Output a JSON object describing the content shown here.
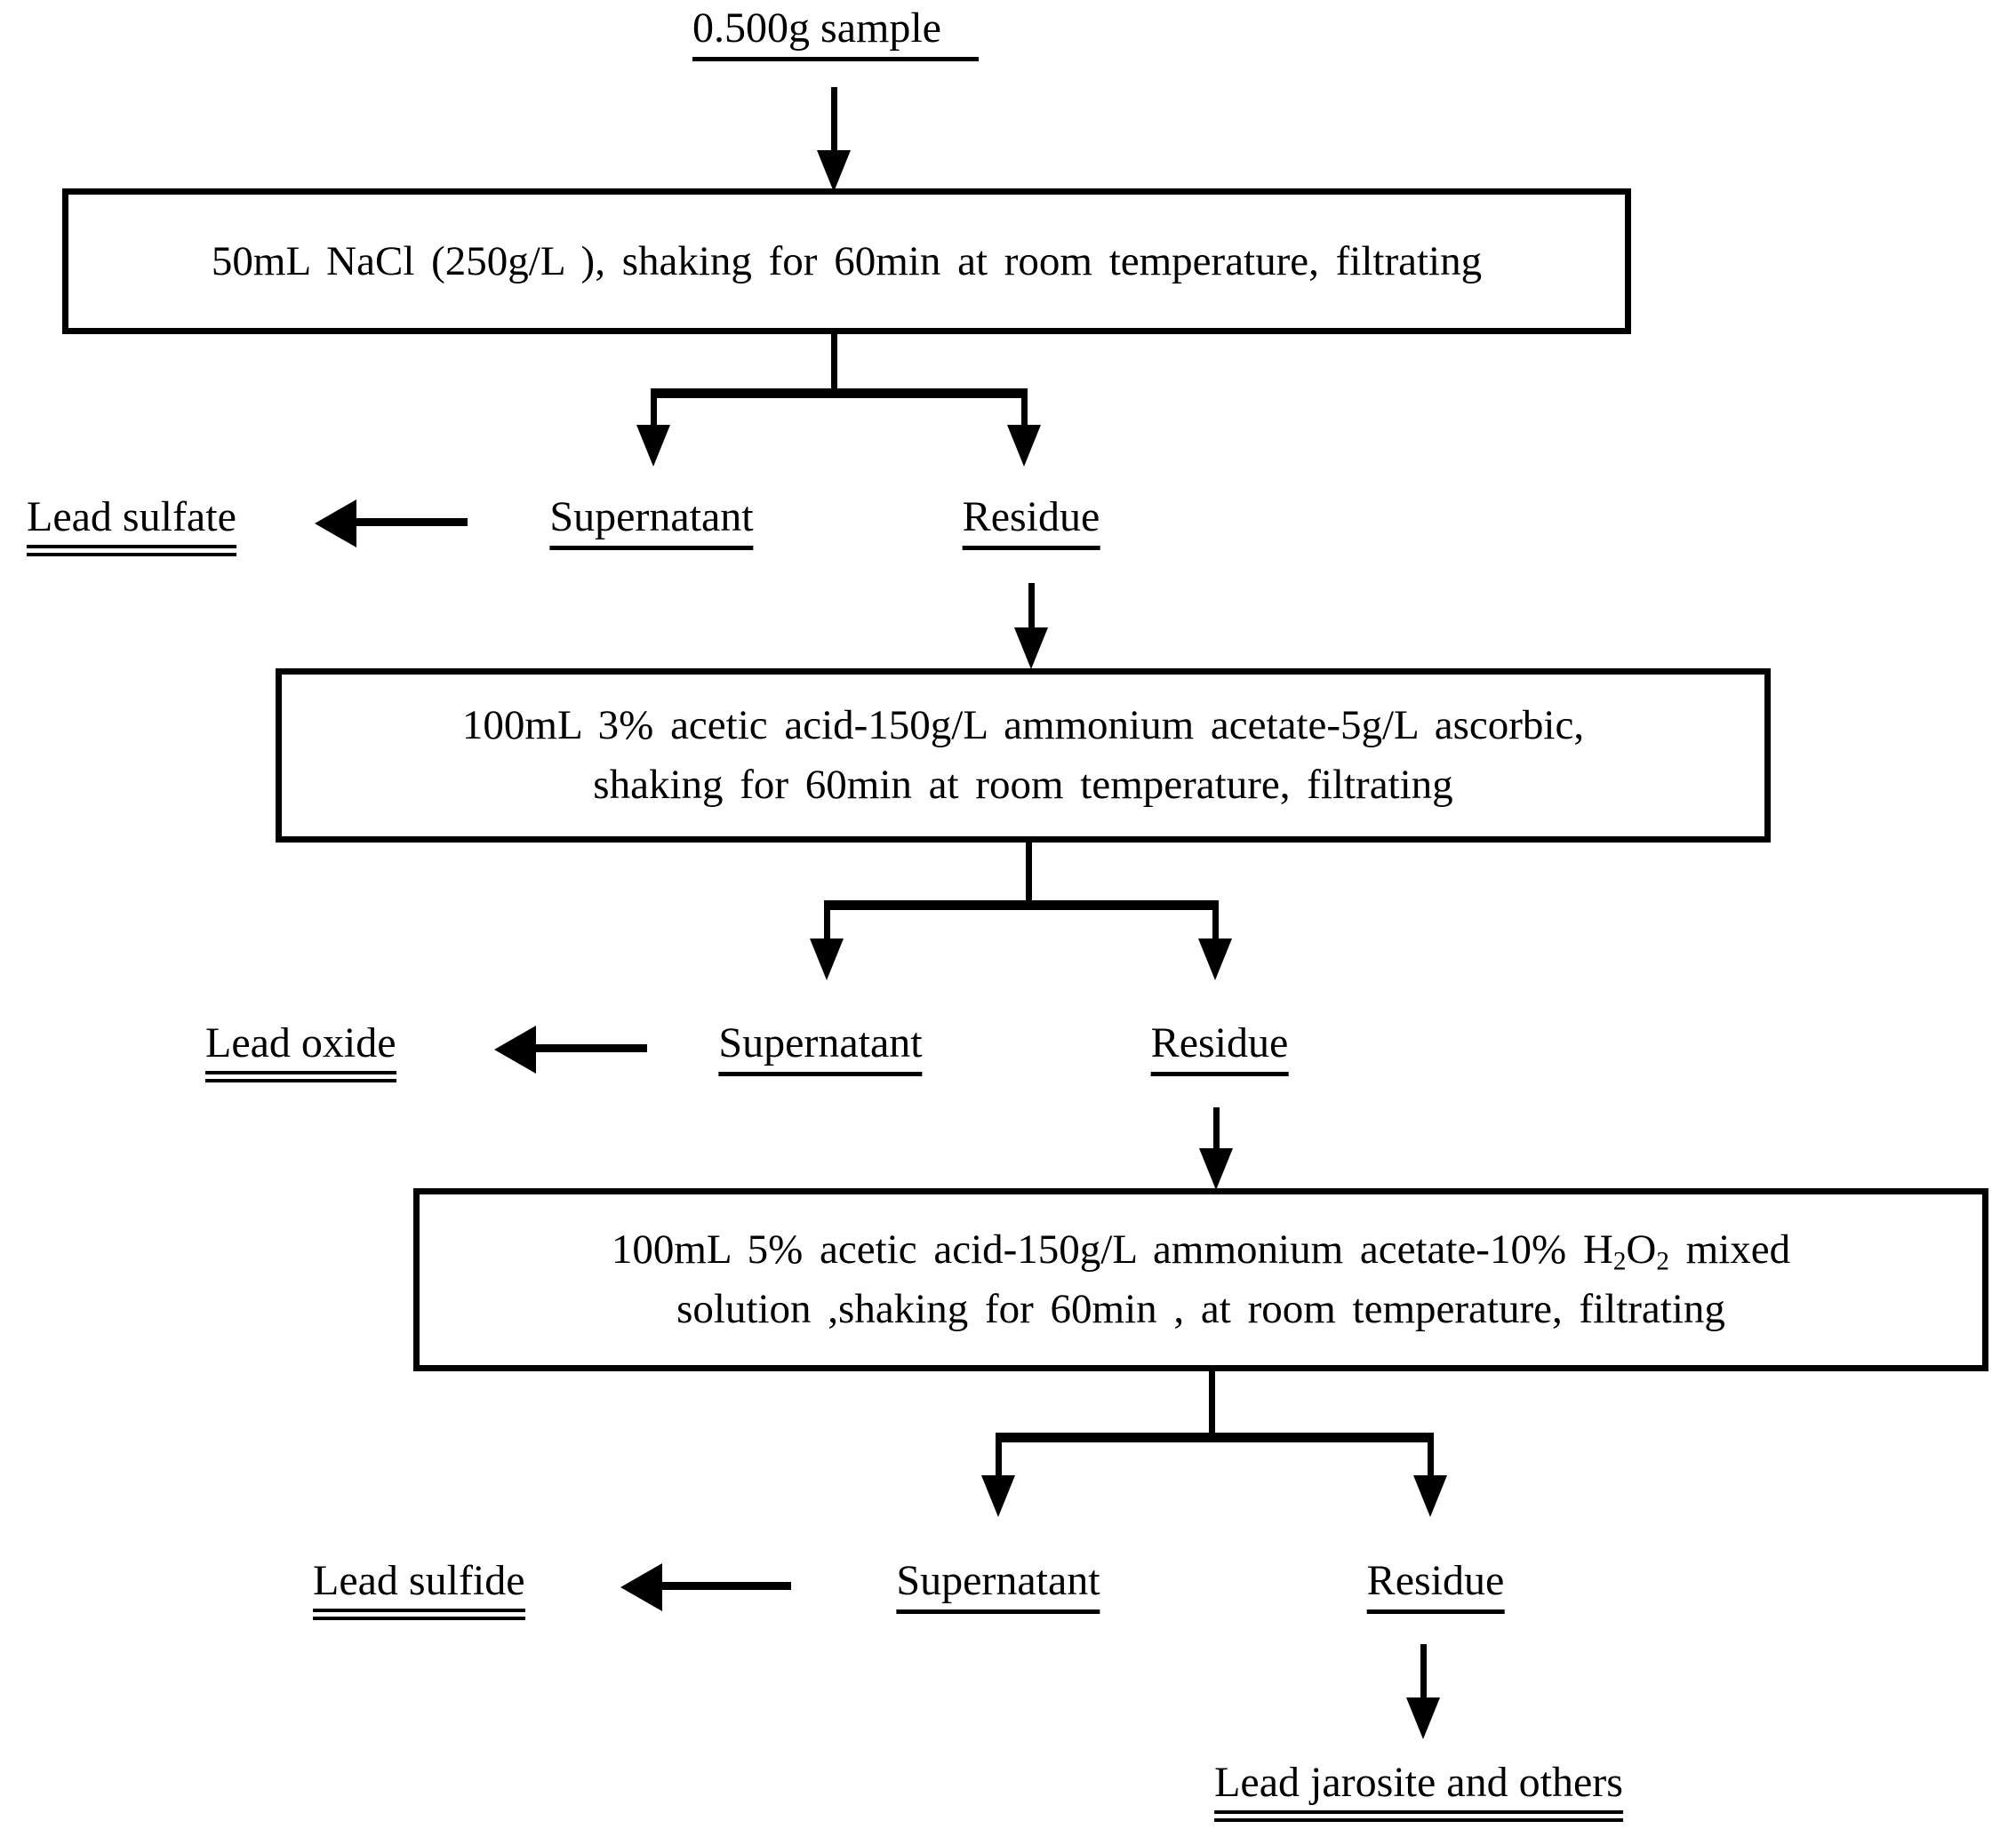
{
  "diagram": {
    "type": "flowchart",
    "colors": {
      "line": "#000000",
      "text": "#000000",
      "background": "#ffffff"
    },
    "sample_label": "0.500g sample",
    "boxes": {
      "step1": "50mL NaCl (250g/L ), shaking for 60min at room temperature, filtrating",
      "step2_line1": "100mL 3% acetic acid-150g/L ammonium acetate-5g/L ascorbic,",
      "step2_line2": "shaking for 60min at room temperature, filtrating",
      "step3_line1_prefix": "100mL 5% acetic acid-150g/L ammonium acetate-10% H",
      "step3_sub1": "2",
      "step3_mid": "O",
      "step3_sub2": "2",
      "step3_line1_suffix": " mixed",
      "step3_line2": "solution ,shaking for 60min , at room temperature, filtrating"
    },
    "branch1": {
      "supernatant": "Supernatant",
      "residue": "Residue",
      "product": "Lead sulfate"
    },
    "branch2": {
      "supernatant": "Supernatant",
      "residue": "Residue",
      "product": "Lead oxide"
    },
    "branch3": {
      "supernatant": "Supernatant",
      "residue": "Residue",
      "product": "Lead sulfide"
    },
    "final_residue": "Lead jarosite and others"
  }
}
